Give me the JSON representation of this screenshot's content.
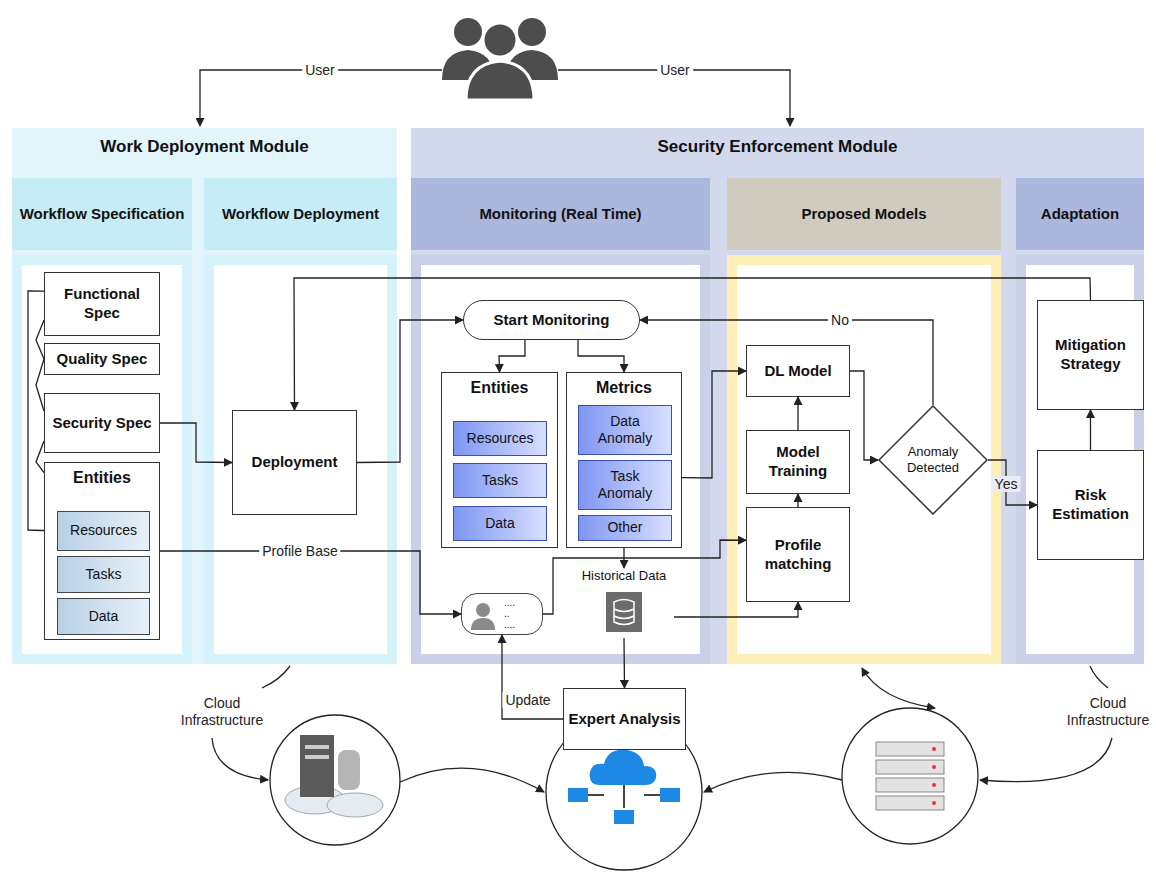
{
  "diagram": {
    "nodes": [
      {
        "text": [
          "Work Deployment Module"
        ]
      },
      {
        "text": [
          "Workflow Specification"
        ],
        "in": 0
      },
      {
        "text": [
          "Workflow Deployment"
        ],
        "in": 0
      },
      {
        "text": [
          "Security Enforcement Module"
        ]
      },
      {
        "text": [
          "Monitoring (Real Time)"
        ],
        "in": 3
      },
      {
        "text": [
          "Proposed Models"
        ],
        "in": 3
      },
      {
        "text": [
          "Adaptation"
        ],
        "in": 3
      },
      {
        "text": [
          "Functional Spec"
        ],
        "in": 1
      },
      {
        "text": [
          "Quality Spec"
        ],
        "in": 1
      },
      {
        "text": [
          "Security Spec"
        ],
        "in": 1
      },
      {
        "text": [
          "Entities"
        ],
        "in": 1
      },
      {
        "text": [
          "Resources"
        ],
        "in": 10
      },
      {
        "text": [
          "Tasks"
        ],
        "in": 10
      },
      {
        "text": [
          "Data"
        ],
        "in": 10
      },
      {
        "text": [
          "Deployment"
        ],
        "in": 2
      },
      {
        "text": [
          "Start Monitoring"
        ],
        "in": 4
      },
      {
        "text": [
          "Entities"
        ],
        "in": 4
      },
      {
        "text": [
          "Resources"
        ],
        "in": 16
      },
      {
        "text": [
          "Tasks"
        ],
        "in": 16
      },
      {
        "text": [
          "Data"
        ],
        "in": 16
      },
      {
        "text": [
          "Metrics"
        ],
        "in": 4
      },
      {
        "text": [
          "Data Anomaly"
        ],
        "in": 20
      },
      {
        "text": [
          "Task Anomaly"
        ],
        "in": 20
      },
      {
        "text": [
          "Other"
        ],
        "in": 20
      },
      {
        "text": [
          "....",
          "..",
          "...."
        ],
        "in": 4
      },
      {
        "text": [
          "Historical Data"
        ],
        "in": 4
      },
      {
        "text": [
          "DL Model"
        ],
        "in": 5
      },
      {
        "text": [
          "Model Training"
        ],
        "in": 5
      },
      {
        "text": [
          "Profile matching"
        ],
        "in": 5
      },
      {
        "text": [
          "Anomaly Detected"
        ],
        "in": 5
      },
      {
        "text": [
          "Mitigation Strategy"
        ],
        "in": 6
      },
      {
        "text": [
          "Risk Estimation"
        ],
        "in": 6
      },
      {
        "text": [
          "Expert Analysis"
        ]
      }
    ],
    "edges": [
      {
        "from": 7,
        "to": 8,
        "arrow": "none"
      },
      {
        "from": 8,
        "to": 9,
        "arrow": "none"
      },
      {
        "from": 9,
        "to": 10,
        "arrow": "none"
      },
      {
        "from": 7,
        "to": 11,
        "arrow": "to"
      },
      {
        "from": 9,
        "to": 14,
        "arrow": "to"
      },
      {
        "from": 14,
        "to": 15,
        "arrow": "to"
      },
      {
        "from": 15,
        "to": 16,
        "arrow": "to"
      },
      {
        "from": 15,
        "to": 20,
        "arrow": "to"
      },
      {
        "from": 20,
        "to": 26,
        "arrow": "to"
      },
      {
        "from": 10,
        "to": 24,
        "label": "Profile Base",
        "arrow": "to"
      },
      {
        "from": 24,
        "to": 28,
        "arrow": "to"
      },
      {
        "from": 25,
        "to": 28,
        "arrow": "to"
      },
      {
        "from": 32,
        "to": 24,
        "label": "Update",
        "arrow": "to"
      },
      {
        "from": 20,
        "to": 25,
        "arrow": "to"
      },
      {
        "from": 25,
        "to": 32,
        "arrow": "to"
      },
      {
        "from": 28,
        "to": 27,
        "arrow": "to"
      },
      {
        "from": 27,
        "to": 26,
        "arrow": "to"
      },
      {
        "from": 26,
        "to": 29,
        "arrow": "to"
      },
      {
        "from": 29,
        "to": 15,
        "label": "No",
        "arrow": "to"
      },
      {
        "from": 29,
        "to": 31,
        "label": "Yes",
        "arrow": "to"
      },
      {
        "from": 31,
        "to": 30,
        "arrow": "to"
      },
      {
        "from": 30,
        "to": 14,
        "arrow": "to"
      }
    ],
    "labels": [
      "User",
      "User",
      "Cloud Infrastructure",
      "Cloud Infrastructure"
    ]
  }
}
